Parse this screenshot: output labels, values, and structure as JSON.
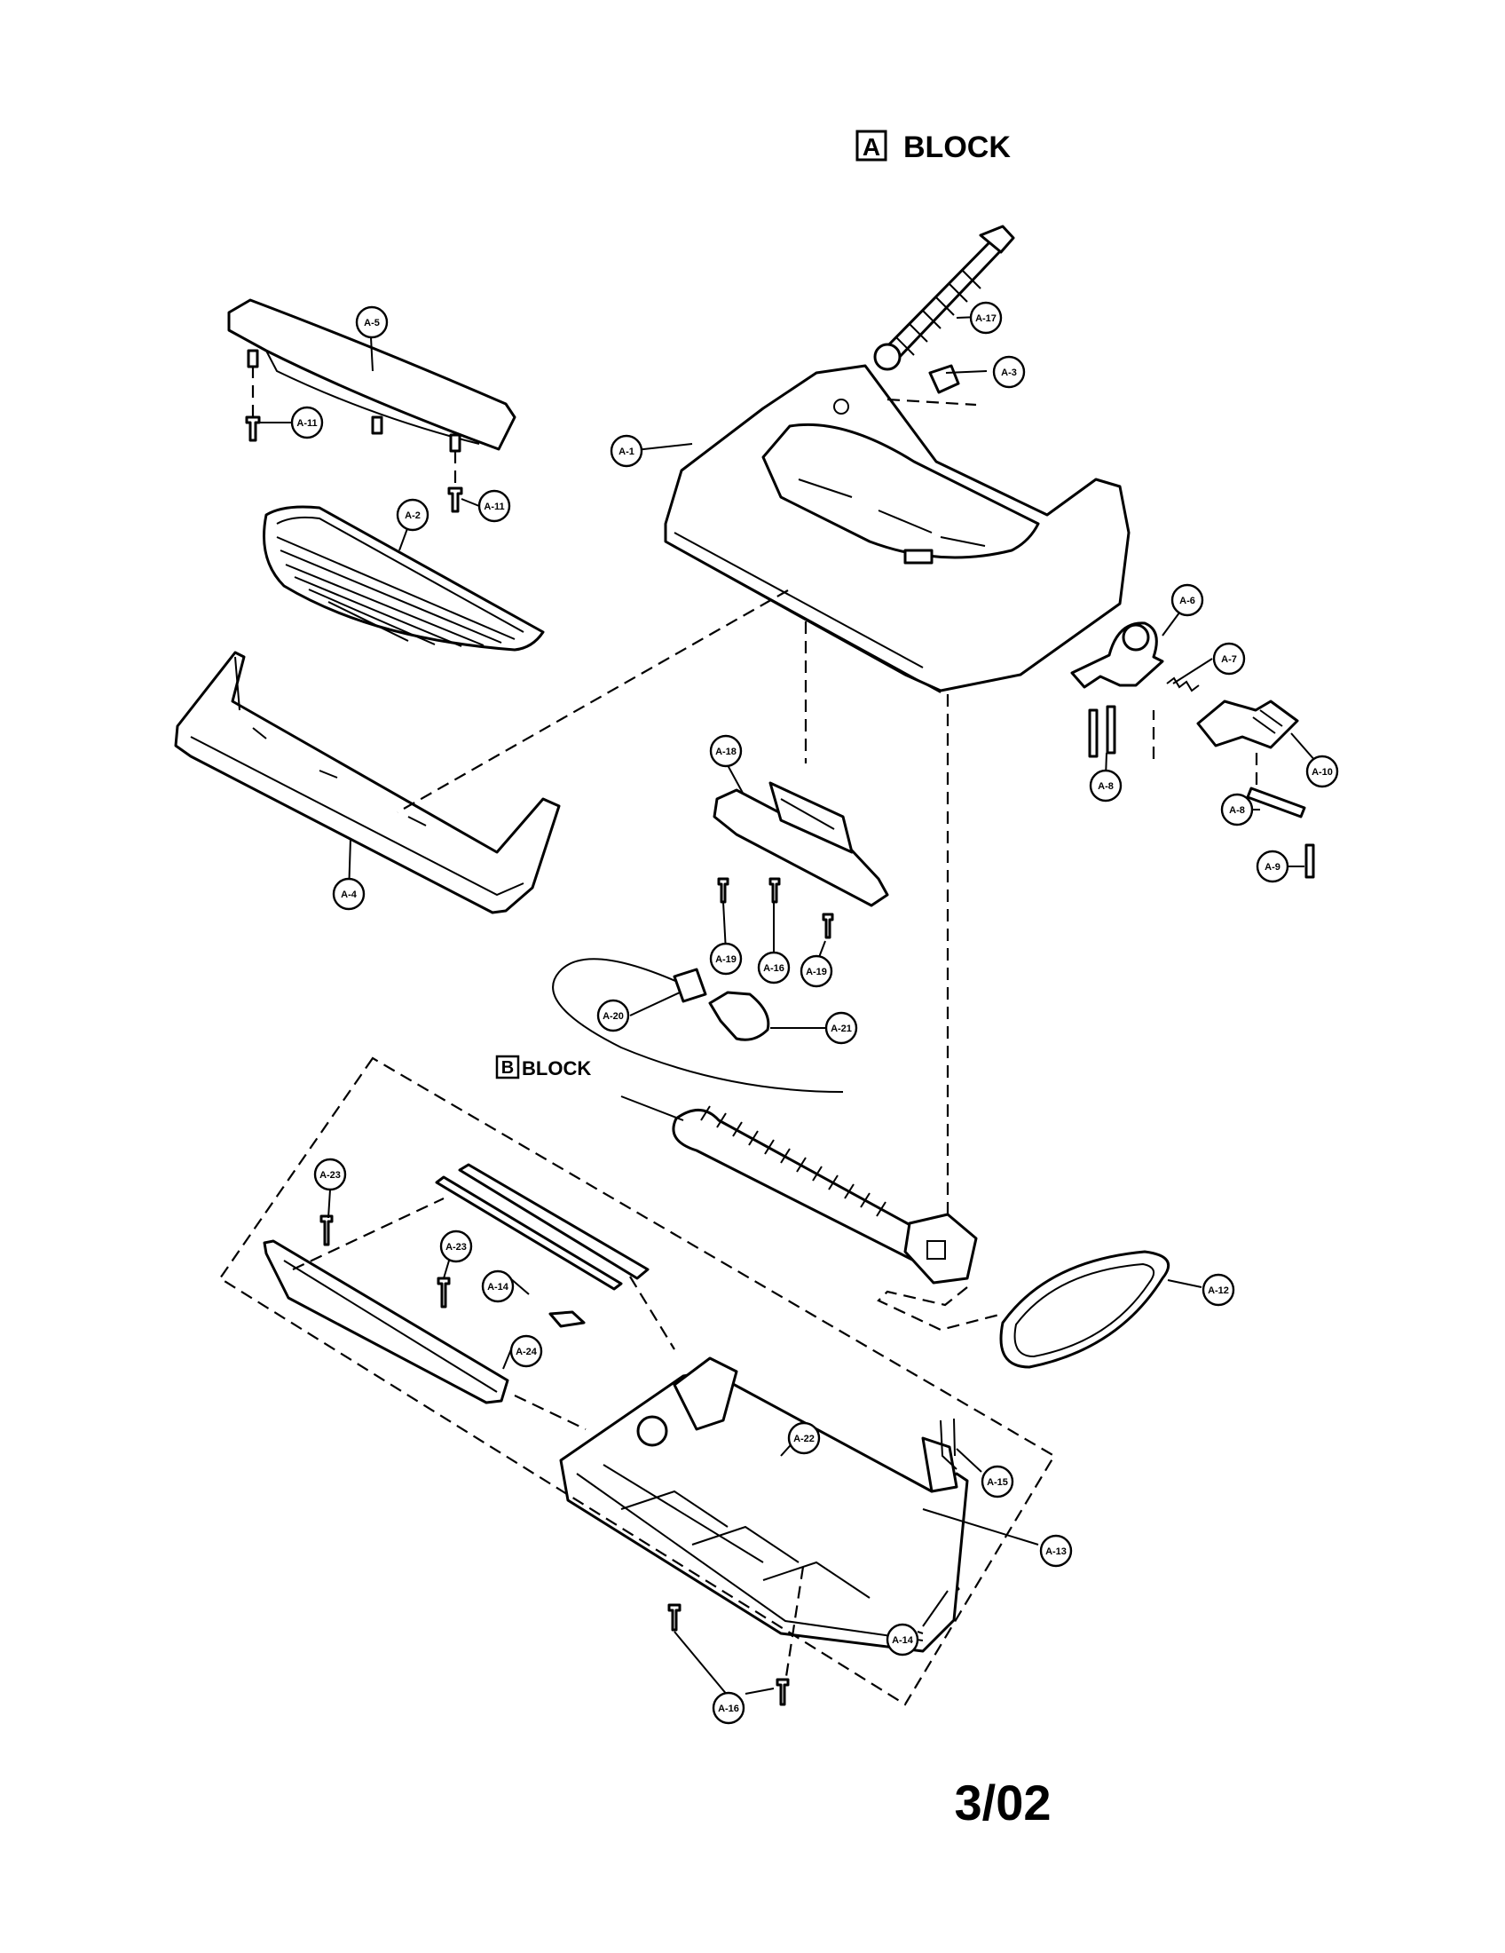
{
  "blocks": {
    "a": {
      "letter": "A",
      "label": "BLOCK"
    },
    "b": {
      "letter": "B",
      "label": "BLOCK"
    }
  },
  "page_number": "3/02",
  "callouts": {
    "a1": "A-1",
    "a2": "A-2",
    "a3": "A-3",
    "a4": "A-4",
    "a5": "A-5",
    "a6": "A-6",
    "a7": "A-7",
    "a8a": "A-8",
    "a8b": "A-8",
    "a9": "A-9",
    "a10": "A-10",
    "a11a": "A-11",
    "a11b": "A-11",
    "a12": "A-12",
    "a13": "A-13",
    "a14a": "A-14",
    "a14b": "A-14",
    "a15": "A-15",
    "a16a": "A-16",
    "a16b": "A-16",
    "a17": "A-17",
    "a18": "A-18",
    "a19a": "A-19",
    "a19b": "A-19",
    "a20": "A-20",
    "a21": "A-21",
    "a22": "A-22",
    "a23a": "A-23",
    "a23b": "A-23",
    "a24": "A-24"
  }
}
